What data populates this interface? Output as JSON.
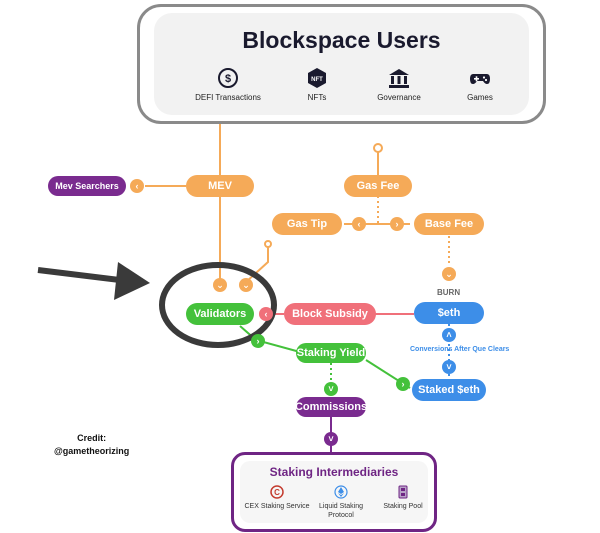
{
  "title": "Blockspace Users",
  "users": [
    {
      "label": "DEFI Transactions",
      "icon": "dollar-cycle-icon"
    },
    {
      "label": "NFTs",
      "icon": "nft-icon"
    },
    {
      "label": "Governance",
      "icon": "building-icon"
    },
    {
      "label": "Games",
      "icon": "gamepad-icon"
    }
  ],
  "nodes": {
    "mev_searchers": "Mev Searchers",
    "mev": "MEV",
    "gas_fee": "Gas Fee",
    "gas_tip": "Gas Tip",
    "base_fee": "Base Fee",
    "burn": "BURN",
    "eth": "$eth",
    "validators": "Validators",
    "block_subsidy": "Block Subsidy",
    "conversions": "Conversions After Que Clears",
    "staked_eth": "Staked $eth",
    "staking_yield": "Staking Yield",
    "commissions": "Commissions"
  },
  "staking": {
    "title": "Staking Intermediaries",
    "items": [
      {
        "label": "CEX Staking Service",
        "icon": "copyright-icon"
      },
      {
        "label": "Liquid Staking Protocol",
        "icon": "ethereum-icon"
      },
      {
        "label": "Staking Pool",
        "icon": "pool-icon"
      }
    ]
  },
  "credit": {
    "line1": "Credit:",
    "line2": "@gametheorizing"
  },
  "colors": {
    "orange": "#f5aa58",
    "green": "#44c13b",
    "purple": "#7a2b8f",
    "red": "#f0707a",
    "blue": "#3d8ee8"
  }
}
